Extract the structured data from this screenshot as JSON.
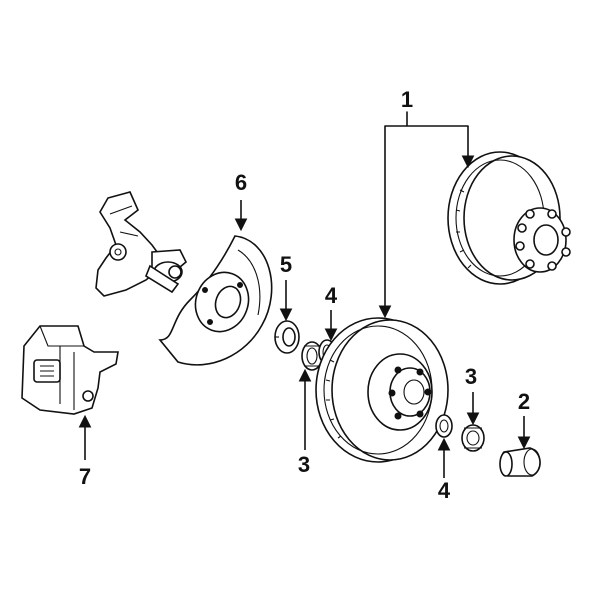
{
  "callouts": [
    {
      "id": "1",
      "label": "1"
    },
    {
      "id": "2",
      "label": "2"
    },
    {
      "id": "3a",
      "label": "3"
    },
    {
      "id": "3b",
      "label": "3"
    },
    {
      "id": "4a",
      "label": "4"
    },
    {
      "id": "4b",
      "label": "4"
    },
    {
      "id": "5",
      "label": "5"
    },
    {
      "id": "6",
      "label": "6"
    },
    {
      "id": "7",
      "label": "7"
    }
  ],
  "colors": {
    "ink": "#111111",
    "background": "#ffffff"
  }
}
